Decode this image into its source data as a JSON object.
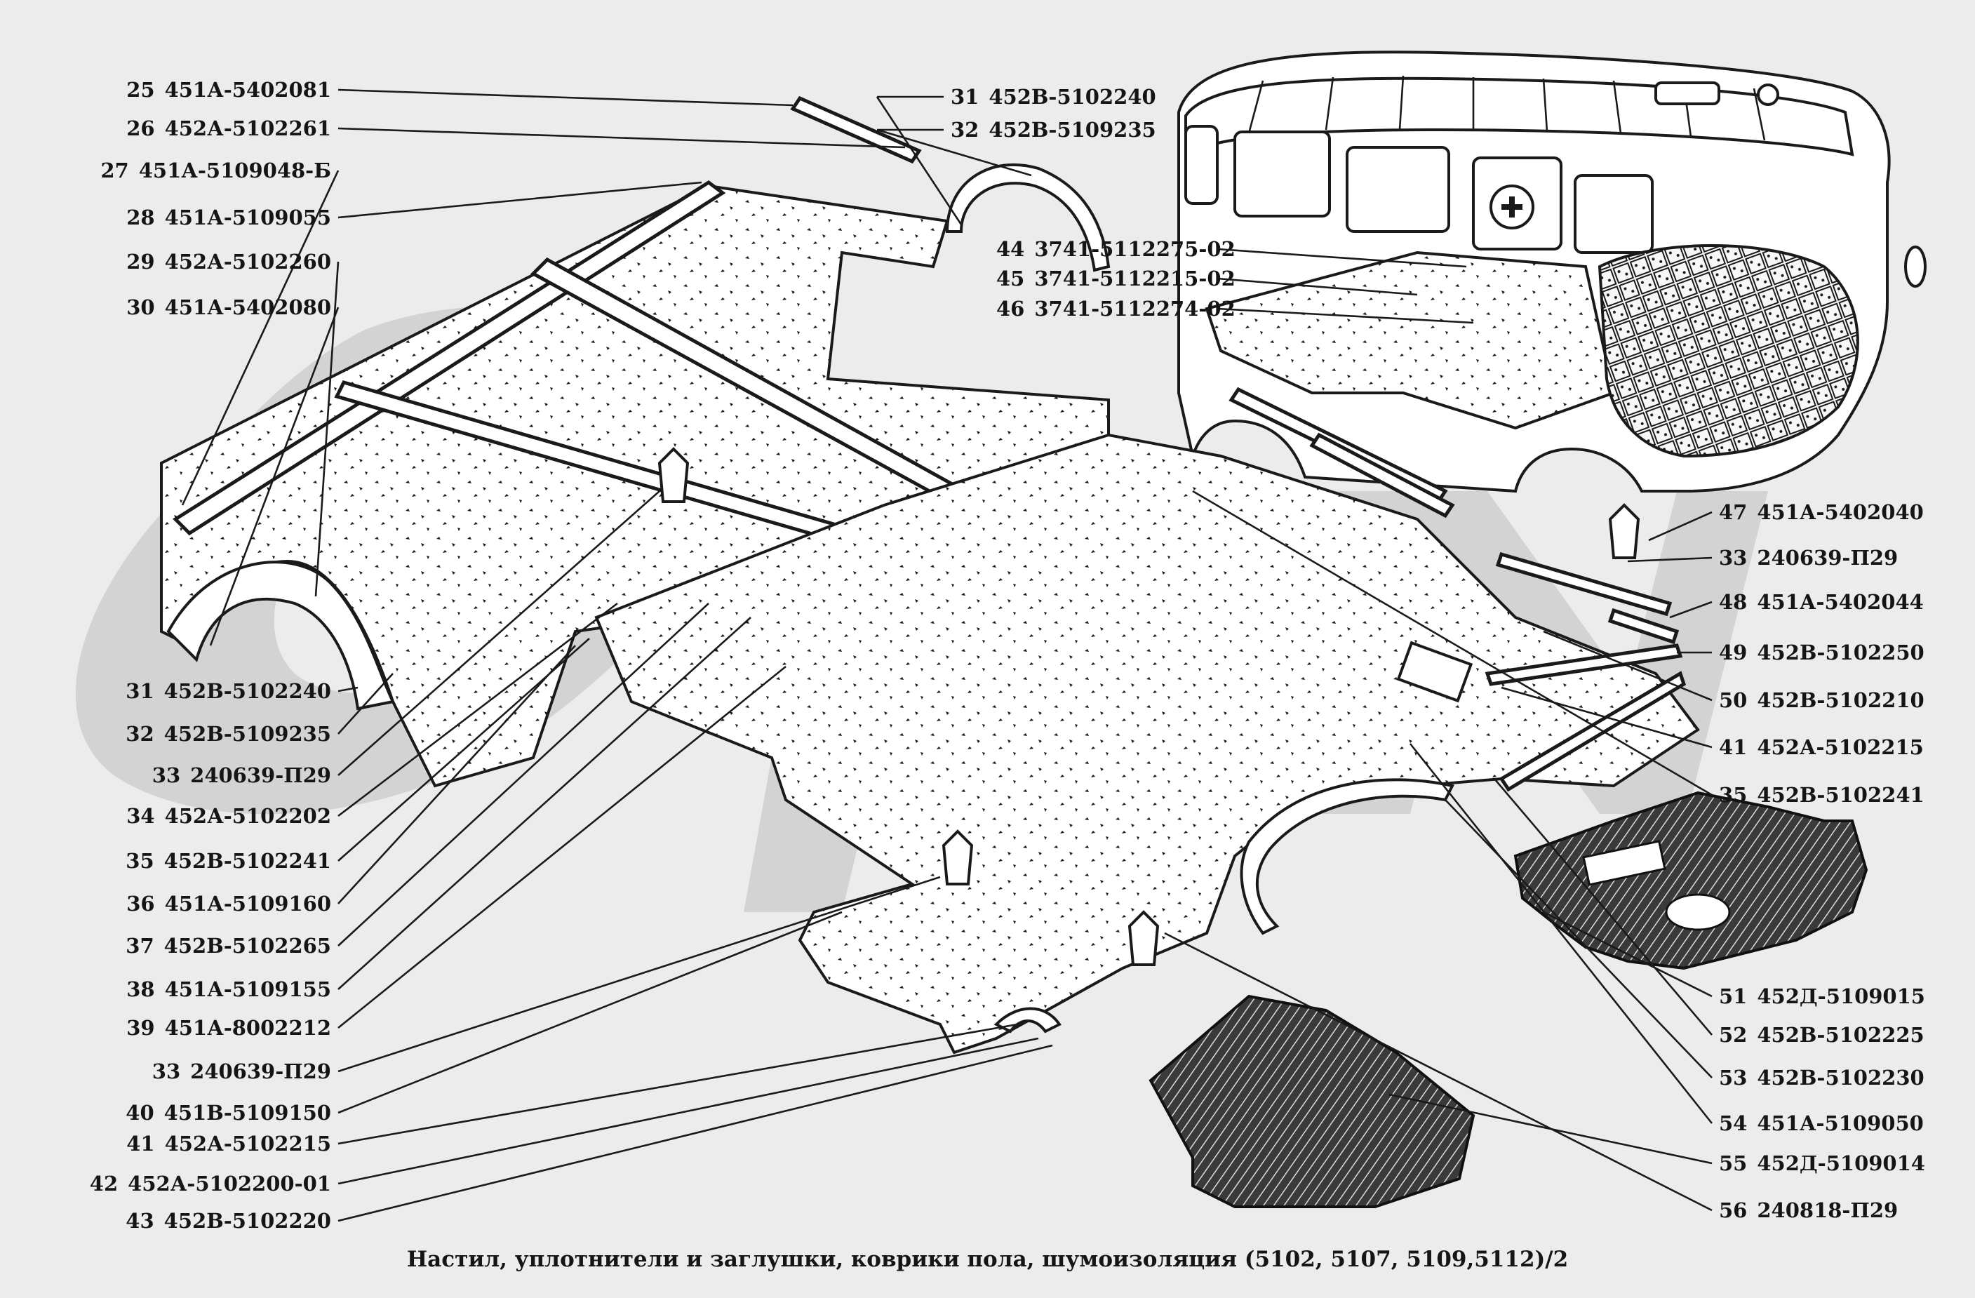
{
  "caption": "Настил, уплотнители и заглушки, коврики пола, шумоизоляция (5102, 5107, 5109,5112)/2",
  "watermark_text": "OPEN",
  "labels_left": [
    {
      "num": "25",
      "code": "451А-5402081"
    },
    {
      "num": "26",
      "code": "452А-5102261"
    },
    {
      "num": "27",
      "code": "451А-5109048-Б"
    },
    {
      "num": "28",
      "code": "451А-5109055"
    },
    {
      "num": "29",
      "code": "452А-5102260"
    },
    {
      "num": "30",
      "code": "451А-5402080"
    },
    {
      "num": "31",
      "code": "452В-5102240"
    },
    {
      "num": "32",
      "code": "452В-5109235"
    },
    {
      "num": "33",
      "code": "240639-П29"
    },
    {
      "num": "34",
      "code": "452А-5102202"
    },
    {
      "num": "35",
      "code": "452В-5102241"
    },
    {
      "num": "36",
      "code": "451А-5109160"
    },
    {
      "num": "37",
      "code": "452В-5102265"
    },
    {
      "num": "38",
      "code": "451А-5109155"
    },
    {
      "num": "39",
      "code": "451А-8002212"
    },
    {
      "num": "33",
      "code": "240639-П29"
    },
    {
      "num": "40",
      "code": "451В-5109150"
    },
    {
      "num": "41",
      "code": "452А-5102215"
    },
    {
      "num": "42",
      "code": "452А-5102200-01"
    },
    {
      "num": "43",
      "code": "452В-5102220"
    }
  ],
  "labels_top": [
    {
      "num": "31",
      "code": "452В-5102240"
    },
    {
      "num": "32",
      "code": "452В-5109235"
    }
  ],
  "labels_center": [
    {
      "num": "44",
      "code": "3741-5112275-02"
    },
    {
      "num": "45",
      "code": "3741-5112215-02"
    },
    {
      "num": "46",
      "code": "3741-5112274-02"
    }
  ],
  "labels_right": [
    {
      "num": "47",
      "code": "451А-5402040"
    },
    {
      "num": "33",
      "code": "240639-П29"
    },
    {
      "num": "48",
      "code": "451А-5402044"
    },
    {
      "num": "49",
      "code": "452В-5102250"
    },
    {
      "num": "50",
      "code": "452В-5102210"
    },
    {
      "num": "41",
      "code": "452А-5102215"
    },
    {
      "num": "35",
      "code": "452В-5102241"
    },
    {
      "num": "51",
      "code": "452Д-5109015"
    },
    {
      "num": "52",
      "code": "452В-5102225"
    },
    {
      "num": "53",
      "code": "452В-5102230"
    },
    {
      "num": "54",
      "code": "451А-5109050"
    },
    {
      "num": "55",
      "code": "452Д-5109014"
    },
    {
      "num": "56",
      "code": "240818-П29"
    }
  ]
}
